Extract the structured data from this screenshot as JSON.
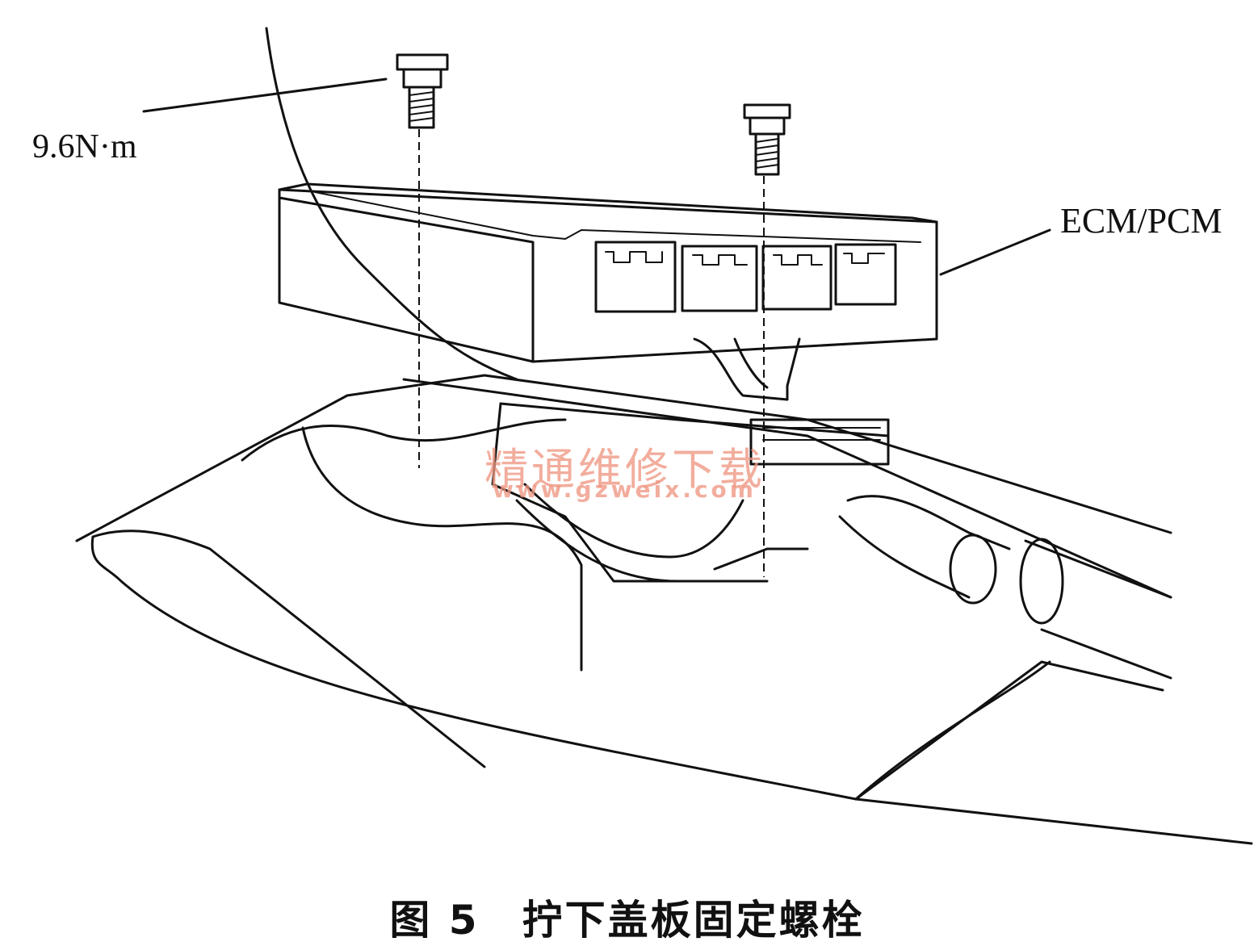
{
  "figure": {
    "torque_label": "9.6N·m",
    "component_label": "ECM/PCM",
    "caption": "图 5　拧下盖板固定螺栓"
  },
  "watermark": {
    "text_cn": "精通维修下载",
    "url": "www.gzweix.com"
  },
  "icons": {
    "bolt": "bolt-icon"
  }
}
